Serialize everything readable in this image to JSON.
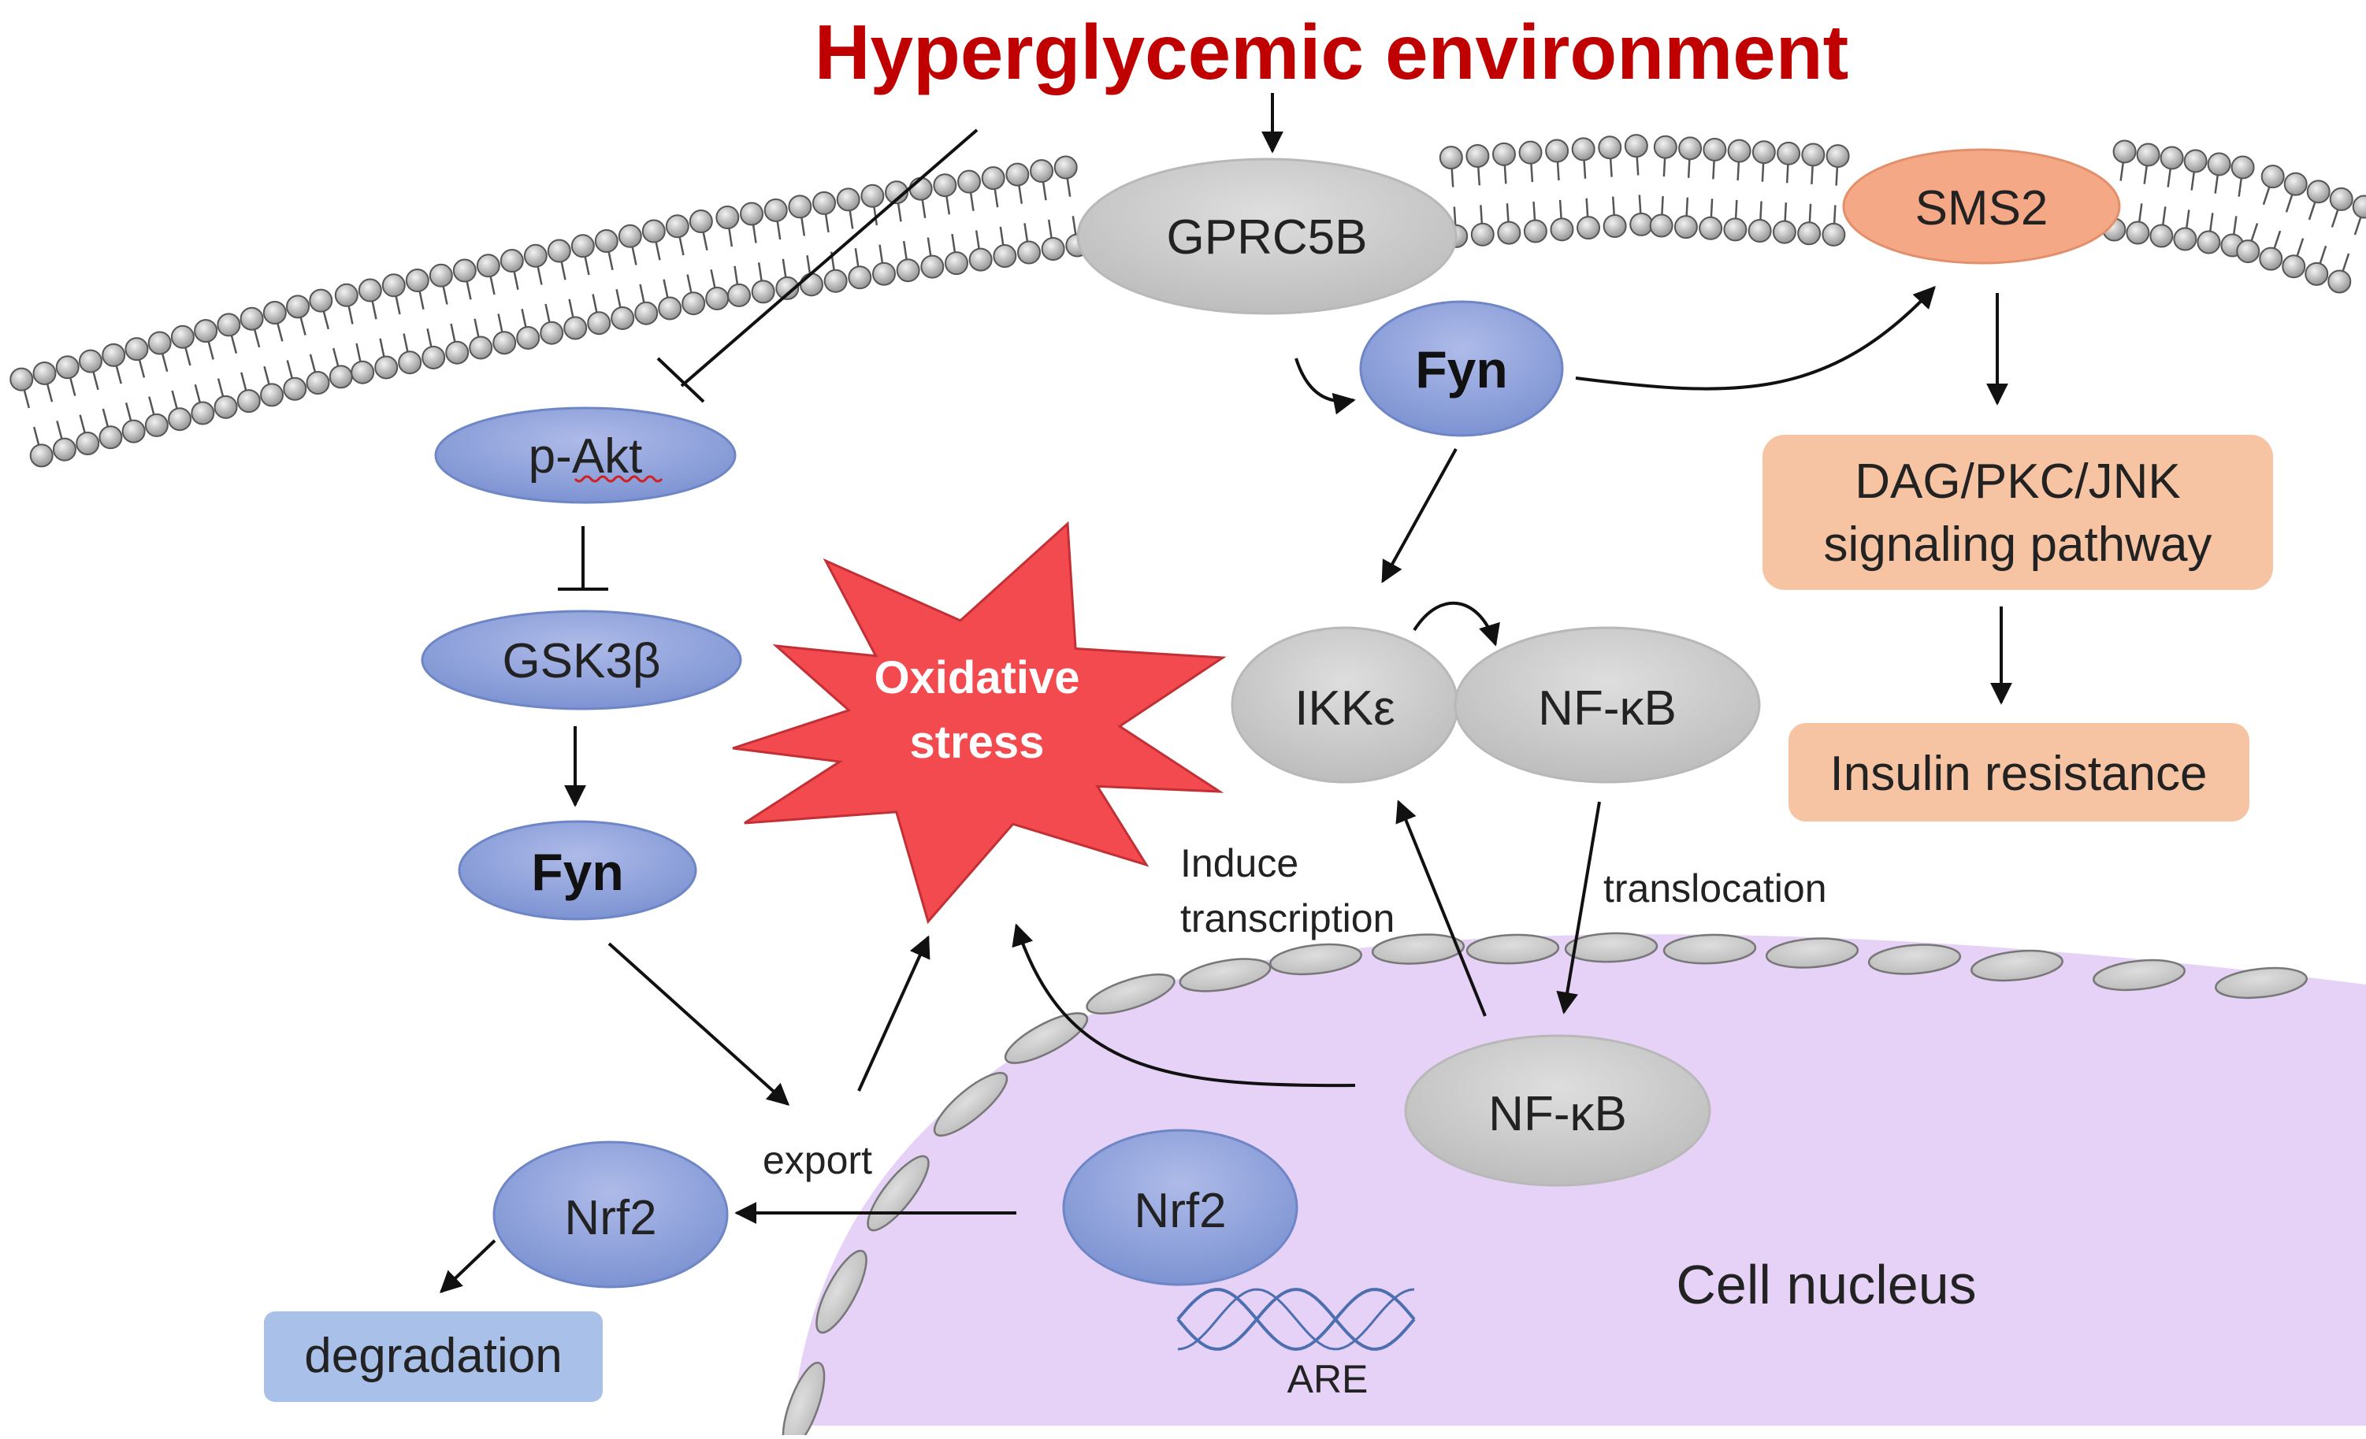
{
  "title": "Hyperglycemic environment",
  "labels": {
    "gprc5b": "GPRC5B",
    "sms2": "SMS2",
    "fyn_top": "Fyn",
    "pakt": "p-Akt",
    "gsk3b": "GSK3β",
    "fyn_left": "Fyn",
    "oxidative_line1": "Oxidative",
    "oxidative_line2": "stress",
    "ikke": "IKKε",
    "nfkb_cyto": "NF-κB",
    "nfkb_nuc": "NF-κB",
    "dag_line1": "DAG/PKC/JNK",
    "dag_line2": "signaling pathway",
    "insulin": "Insulin resistance",
    "induce_line1": "Induce",
    "induce_line2": "transcription",
    "translocation": "translocation",
    "export": "export",
    "nrf2_cyto": "Nrf2",
    "nrf2_nuc": "Nrf2",
    "degradation": "degradation",
    "are": "ARE",
    "nucleus": "Cell nucleus"
  },
  "colors": {
    "title": "#c00000",
    "blue_fill": "#8fa4dc",
    "blue_stroke": "#6f86c6",
    "gray_fill": "#cfcfcf",
    "gray_stroke": "#a9a9a9",
    "orange_oval": "#f4a886",
    "orange_box": "#f6c4a2",
    "star_fill": "#f24a4f",
    "nucleus": "#e6d2f7",
    "degradation_box": "#a9c0e8",
    "dna": "#4d6fb0"
  }
}
